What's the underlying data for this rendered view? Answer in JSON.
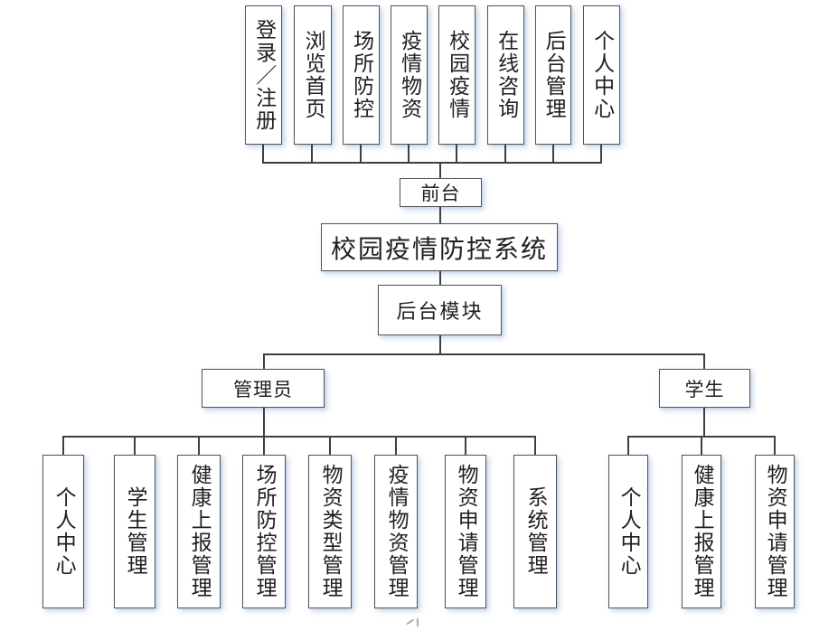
{
  "diagram": {
    "title": "校园疫情防控系统",
    "front": {
      "label": "前台",
      "modules": [
        "登录／注册",
        "浏览首页",
        "场所防控",
        "疫情物资",
        "校园疫情",
        "在线咨询",
        "后台管理",
        "个人中心"
      ]
    },
    "back": {
      "label": "后台模块",
      "admin": {
        "label": "管理员",
        "children": [
          "个人中心",
          "学生管理",
          "健康上报管理",
          "场所防控管理",
          "物资类型管理",
          "疫情物资管理",
          "物资申请管理",
          "系统管理"
        ]
      },
      "student": {
        "label": "学生",
        "children": [
          "个人中心",
          "健康上报管理",
          "物资申请管理"
        ]
      }
    }
  }
}
